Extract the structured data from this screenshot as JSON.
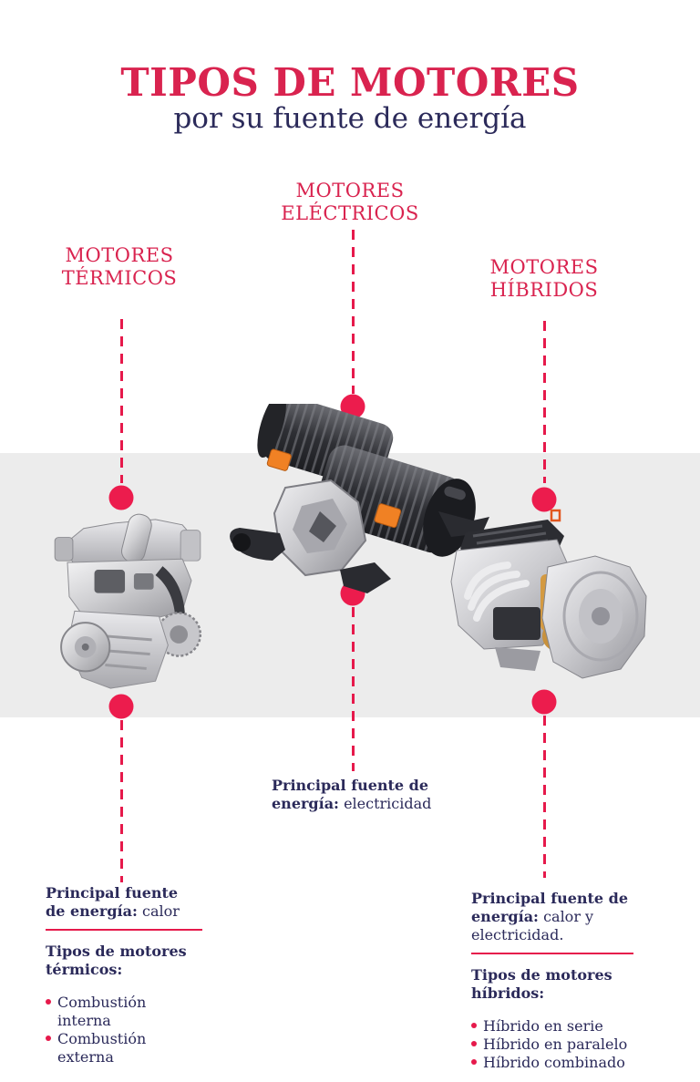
{
  "title": "TIPOS DE MOTORES",
  "subtitle": "por su fuente de energía",
  "colors": {
    "accent_red": "#E6194B",
    "title_red": "#D9234F",
    "navy": "#2B2A5A",
    "band_gray": "#ECECEC",
    "connector_orange": "#F08124"
  },
  "columns": [
    {
      "id": "termicos",
      "header_line1": "MOTORES",
      "header_line2": "TÉRMICOS",
      "image": "combustion-engine-photo",
      "source_label": "Principal fuente de energía:",
      "source_value": "calor",
      "types_title": "Tipos de motores térmicos:",
      "types": [
        "Combustión interna",
        "Combustión externa"
      ]
    },
    {
      "id": "electricos",
      "header_line1": "MOTORES",
      "header_line2": "ELÉCTRICOS",
      "image": "electric-motor-photo",
      "source_label": "Principal fuente de energía:",
      "source_value": "electricidad"
    },
    {
      "id": "hibridos",
      "header_line1": "MOTORES",
      "header_line2": "HÍBRIDOS",
      "image": "hybrid-powertrain-photo",
      "source_label": "Principal fuente de energía:",
      "source_value": "calor y electricidad.",
      "types_title": "Tipos de motores híbridos:",
      "types": [
        "Híbrido en serie",
        "Híbrido en paralelo",
        "Híbrido combinado"
      ]
    }
  ]
}
